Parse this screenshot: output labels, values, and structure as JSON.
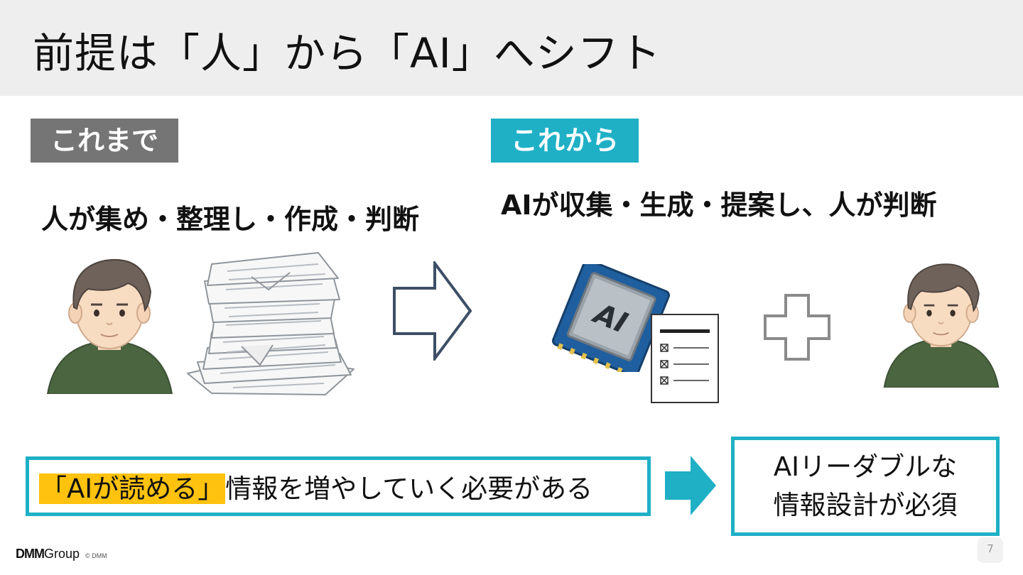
{
  "slide": {
    "title": "前提は「人」から「AI」へシフト",
    "page_number": "7"
  },
  "before": {
    "label": "これまで",
    "caption": "人が集め・整理し・作成・判断"
  },
  "after": {
    "label": "これから",
    "caption": "AIが収集・生成・提案し、人が判断",
    "chip_text": "AI"
  },
  "info": {
    "highlight": "「AIが読める」",
    "text": "情報を増やしていく必要がある"
  },
  "result": {
    "line1": "AIリーダブルな",
    "line2": "情報設計が必須"
  },
  "footer": {
    "brand": "DMM",
    "group": "Group",
    "copyright": "© DMM"
  },
  "colors": {
    "accent_teal": "#1fb0c6",
    "label_gray": "#757575",
    "highlight_yellow": "#ffc20e",
    "header_band": "#eeeeee"
  },
  "icons": [
    "person-icon",
    "paper-pile-icon",
    "outline-arrow-icon",
    "ai-chip-icon",
    "checklist-document-icon",
    "plus-icon",
    "solid-arrow-icon"
  ]
}
